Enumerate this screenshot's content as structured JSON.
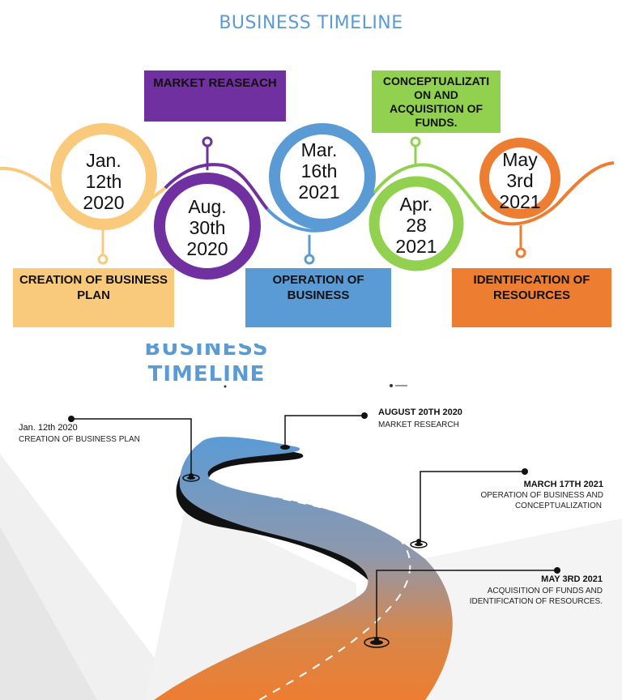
{
  "top_title": "BUSINESS TIMELINE",
  "milestones": [
    {
      "date_line1": "Jan.",
      "date_line2": "12th",
      "date_line3": "2020",
      "label": "CREATION OF BUSINESS PLAN"
    },
    {
      "date_line1": "Aug.",
      "date_line2": "30th",
      "date_line3": "2020",
      "label": "MARKET REASEACH"
    },
    {
      "date_line1": "Mar.",
      "date_line2": "16th",
      "date_line3": "2021",
      "label": "OPERATION OF BUSINESS"
    },
    {
      "date_line1": "Apr.",
      "date_line2": "28",
      "date_line3": "2021",
      "label": "CONCEPTUALIZATI ON AND ACQUISITION OF FUNDS."
    },
    {
      "date_line1": "May",
      "date_line2": "3rd",
      "date_line3": "2021",
      "label": "IDENTIFICATION OF RESOURCES"
    }
  ],
  "colors": {
    "yellow": "#f9c97c",
    "purple": "#7030a0",
    "blue": "#5b9bd5",
    "green": "#92d050",
    "orange": "#ed7d31"
  },
  "bottom_title_line1": "BUSINESS",
  "bottom_title_line2": "TIMELINE",
  "road_labels": [
    {
      "date": "Jan. 12th 2020",
      "desc": "CREATION OF BUSINESS PLAN"
    },
    {
      "date": "AUGUST 20TH 2020",
      "desc": "MARKET RESEARCH"
    },
    {
      "date": "MARCH 17TH 2021",
      "desc_line1": "OPERATION OF BUSINESS AND",
      "desc_line2": "CONCEPTUALIZATION"
    },
    {
      "date": "MAY 3RD 2021",
      "desc_line1": "ACQUISITION OF FUNDS AND",
      "desc_line2": "IDENTIFICATION OF RESOURCES."
    }
  ]
}
